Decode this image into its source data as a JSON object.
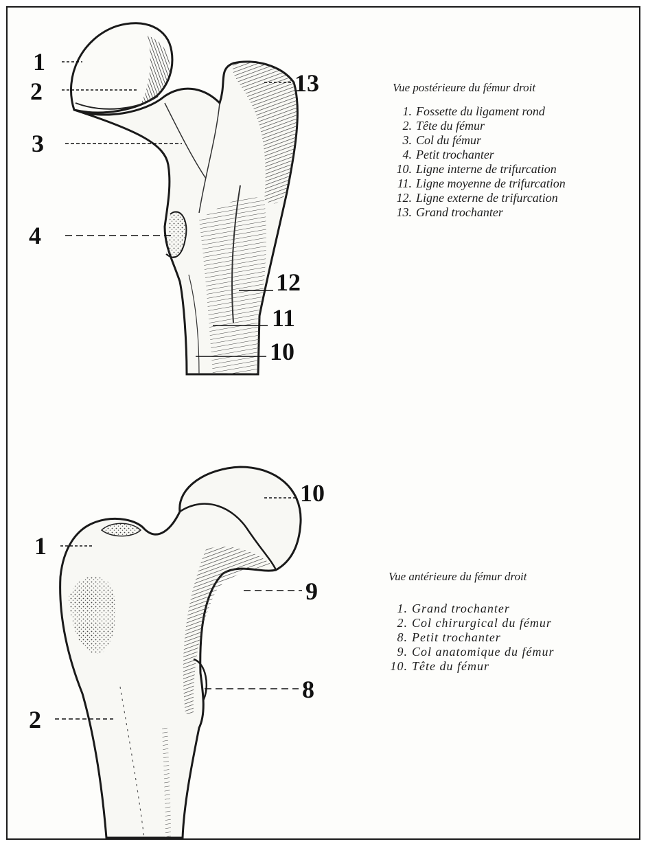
{
  "posterior": {
    "title": "Vue postérieure du fémur droit",
    "items": [
      {
        "num": "1.",
        "text": "Fossette du ligament rond"
      },
      {
        "num": "2.",
        "text": "Tête du fémur"
      },
      {
        "num": "3.",
        "text": "Col du fémur"
      },
      {
        "num": "4.",
        "text": "Petit trochanter"
      },
      {
        "num": "10.",
        "text": "Ligne interne de trifurcation"
      },
      {
        "num": "11.",
        "text": "Ligne moyenne de trifurcation"
      },
      {
        "num": "12.",
        "text": "Ligne externe de trifurcation"
      },
      {
        "num": "13.",
        "text": "Grand trochanter"
      }
    ],
    "callouts": [
      "1",
      "2",
      "3",
      "4",
      "13",
      "12",
      "11",
      "10"
    ]
  },
  "anterior": {
    "title": "Vue antérieure du fémur droit",
    "items": [
      {
        "num": "1.",
        "text": "Grand trochanter"
      },
      {
        "num": "2.",
        "text": "Col chirurgical du fémur"
      },
      {
        "num": "8.",
        "text": "Petit trochanter"
      },
      {
        "num": "9.",
        "text": "Col anatomique du fémur"
      },
      {
        "num": "10.",
        "text": "Tête du fémur"
      }
    ],
    "callouts": [
      "10",
      "1",
      "9",
      "8",
      "2"
    ]
  }
}
